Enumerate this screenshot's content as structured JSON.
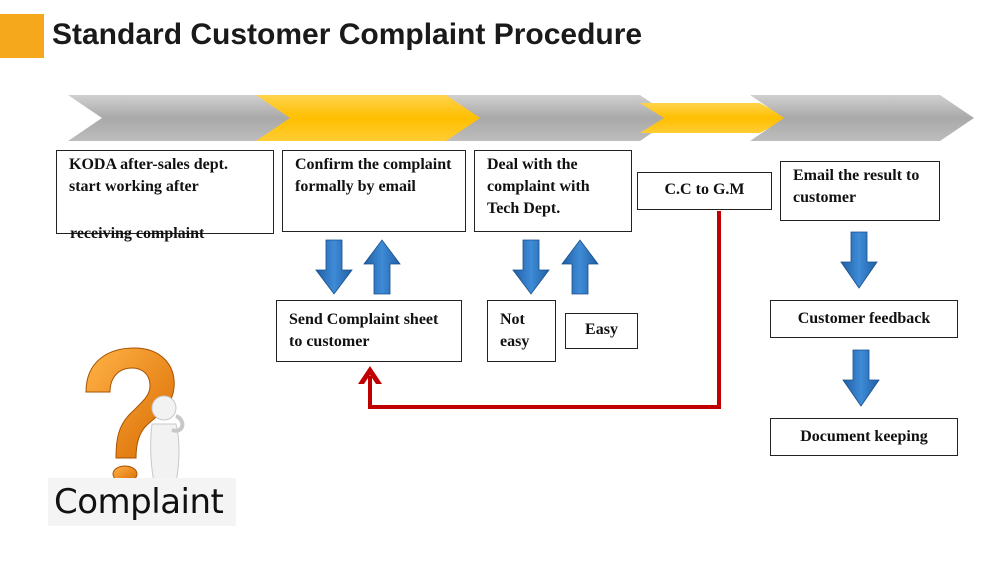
{
  "header": {
    "title": "Standard Customer Complaint Procedure"
  },
  "colors": {
    "accent": "#f5a81c",
    "chevron_gray": "#a6a6a6",
    "chevron_yellow": "#ffc000",
    "arrow_blue": "#2e75b6",
    "return_arrow_red": "#c00000"
  },
  "steps": {
    "start": {
      "line1": "KODA after-sales dept.",
      "line2": "start working after",
      "line3": "receiving complaint"
    },
    "confirm": "Confirm the complaint formally by email",
    "deal": "Deal with the complaint with Tech Dept.",
    "cc": "C.C to G.M",
    "email": "Email the result to customer"
  },
  "sub_steps": {
    "send_sheet": "Send Complaint sheet to customer",
    "not_easy": "Not easy",
    "easy": "Easy",
    "feedback": "Customer feedback",
    "document": "Document keeping"
  },
  "illustration": {
    "caption": "Complaint",
    "icon": "question-mark-figure-icon"
  }
}
